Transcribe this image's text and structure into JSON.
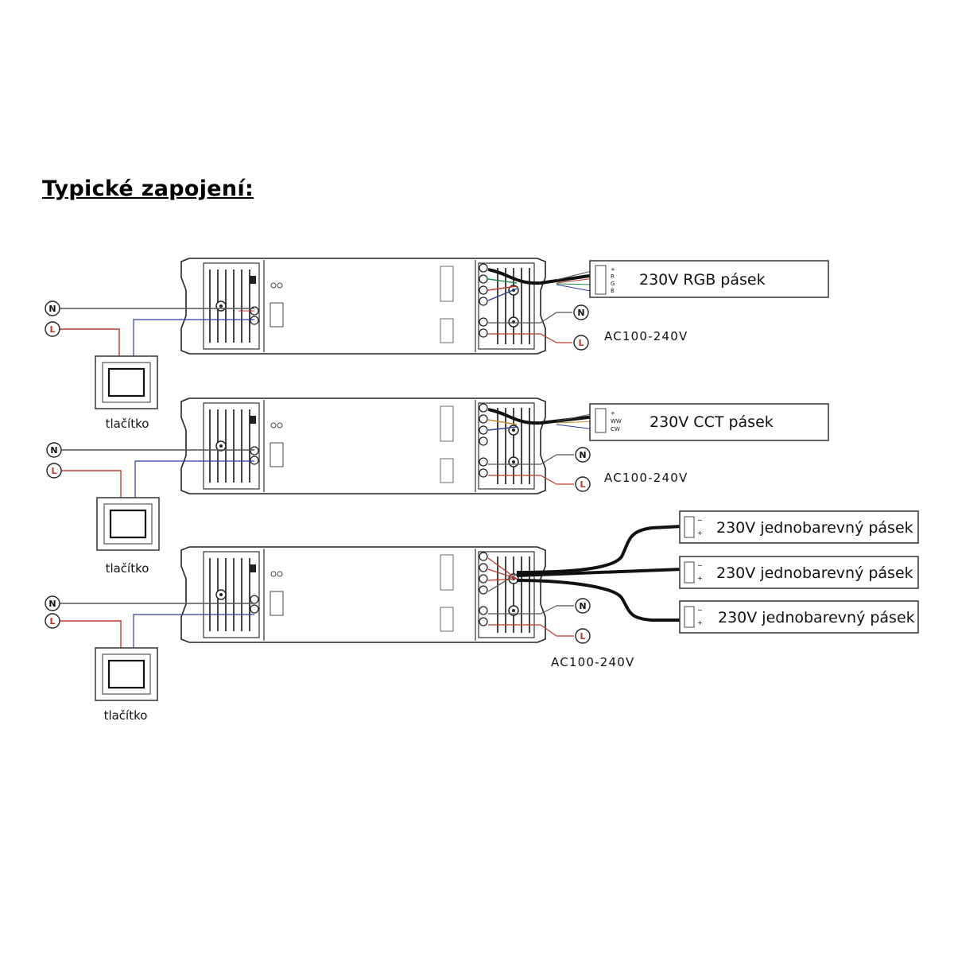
{
  "title": "Typické zapojení:",
  "terminals": {
    "n": "N",
    "l": "L"
  },
  "diagrams": [
    {
      "strip_labels": [
        "230V RGB pásek"
      ],
      "strip_pins": [
        "+",
        "R",
        "G",
        "B"
      ],
      "supply": "AC100-240V",
      "button_label": "tlačítko"
    },
    {
      "strip_labels": [
        "230V CCT pásek"
      ],
      "strip_pins": [
        "+",
        "WW",
        "CW"
      ],
      "supply": "AC100-240V",
      "button_label": "tlačítko"
    },
    {
      "strip_labels": [
        "230V jednobarevný pásek",
        "230V jednobarevný pásek",
        "230V jednobarevný pásek"
      ],
      "strip_pins": [
        "−",
        "+"
      ],
      "supply": "AC100-240V",
      "button_label": "tlačítko"
    }
  ],
  "colors": {
    "neutral_wire": "#555555",
    "live_wire": "#c0392b",
    "switch_wire": "#2c3e9e",
    "cable": "#1a1a1a"
  }
}
